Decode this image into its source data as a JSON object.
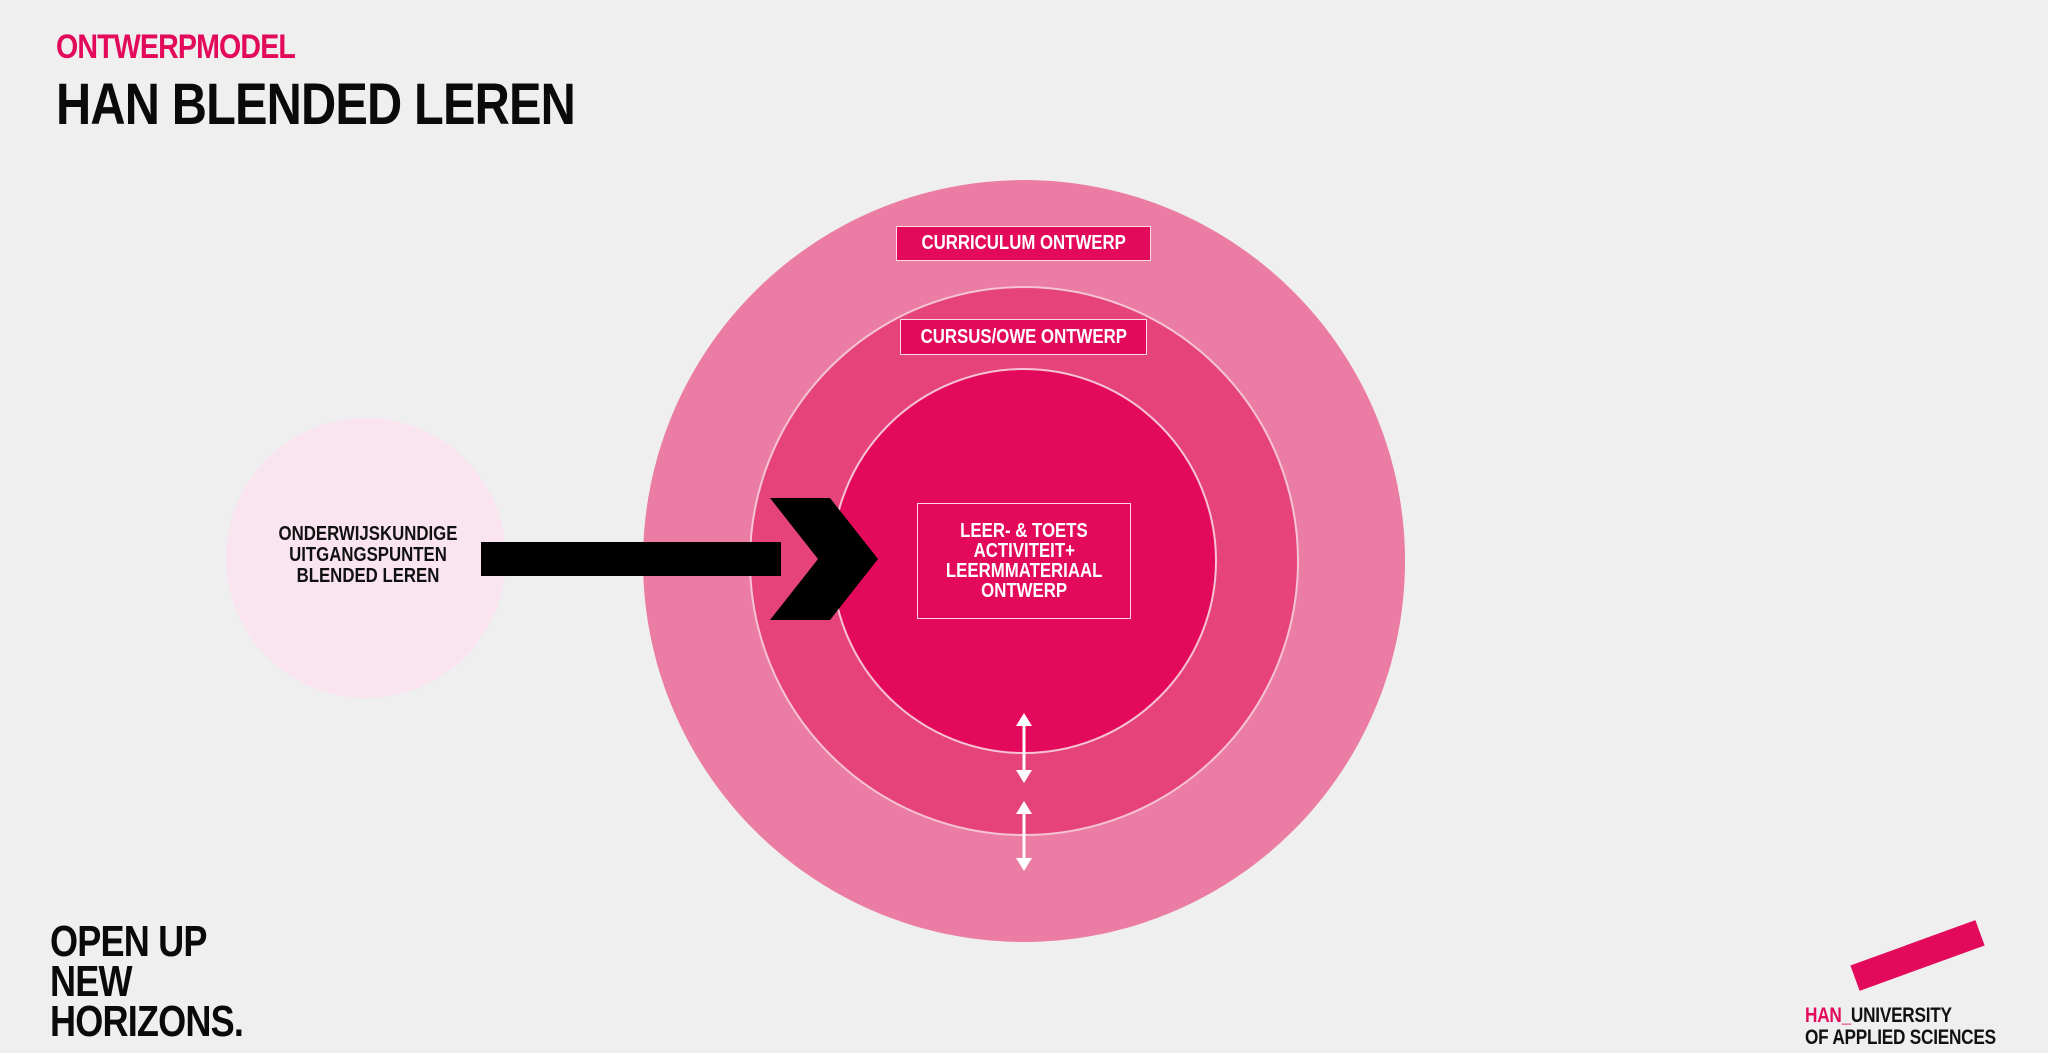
{
  "header": {
    "kicker": "ONTWERPMODEL",
    "title": "HAN BLENDED LEREN"
  },
  "diagram": {
    "outer_ring_label": "CURRICULUM ONTWERP",
    "middle_ring_label": "CURSUS/OWE ONTWERP",
    "core_label_lines": [
      "LEER- & TOETS",
      "ACTIVITEIT+",
      "LEERMMATERIAAL",
      "ONTWERP"
    ],
    "input_label_lines": [
      "ONDERWIJSKUNDIGE",
      "UITGANGSPUNTEN",
      "BLENDED LEREN"
    ]
  },
  "footer": {
    "slogan_lines": [
      "OPEN UP",
      "NEW",
      "HORIZONS."
    ],
    "logo_han": "HAN_",
    "logo_university": "UNIVERSITY",
    "logo_line2": "OF APPLIED SCIENCES"
  },
  "colors": {
    "background": "#efefef",
    "brand_pink": "#e30a5b",
    "outer_ring": "#eb7ca3",
    "middle_ring": "#e6437a",
    "inner_core": "#e30a5b",
    "input_circle": "#f9e4f0",
    "arrow": "#000000"
  }
}
